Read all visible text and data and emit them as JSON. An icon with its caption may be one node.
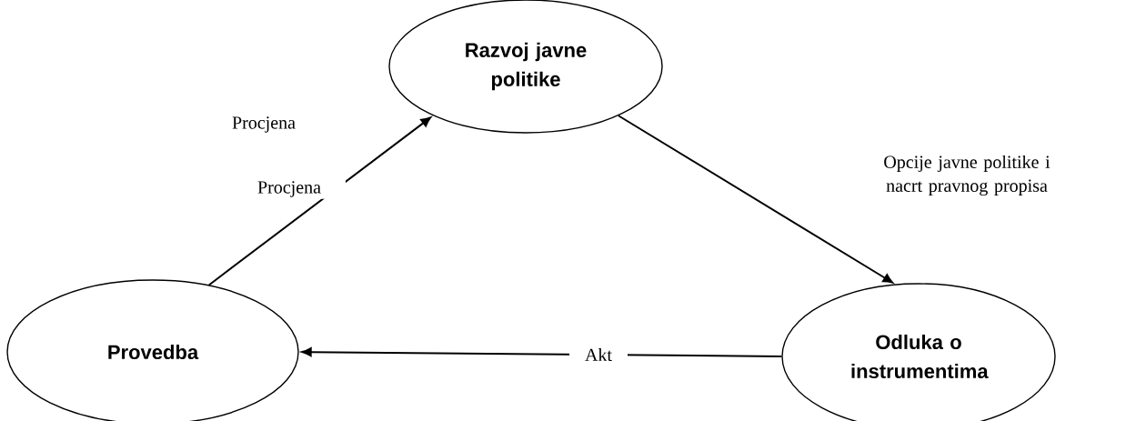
{
  "diagram": {
    "nodes": [
      {
        "text": [
          "Razvoj javne politike"
        ]
      },
      {
        "text": [
          "Provedba"
        ]
      },
      {
        "text": [
          "Odluka o instrumentima"
        ]
      }
    ],
    "edges": [
      {
        "from": 1,
        "to": 0,
        "arrow": "to",
        "label": "Procjena"
      },
      {
        "from": 0,
        "to": 2,
        "arrow": "to",
        "label": "Opcije javne politike i nacrt pravnog propisa"
      },
      {
        "from": 2,
        "to": 1,
        "arrow": "to",
        "label": "Akt"
      }
    ],
    "labels": [
      "Procjena"
    ]
  }
}
